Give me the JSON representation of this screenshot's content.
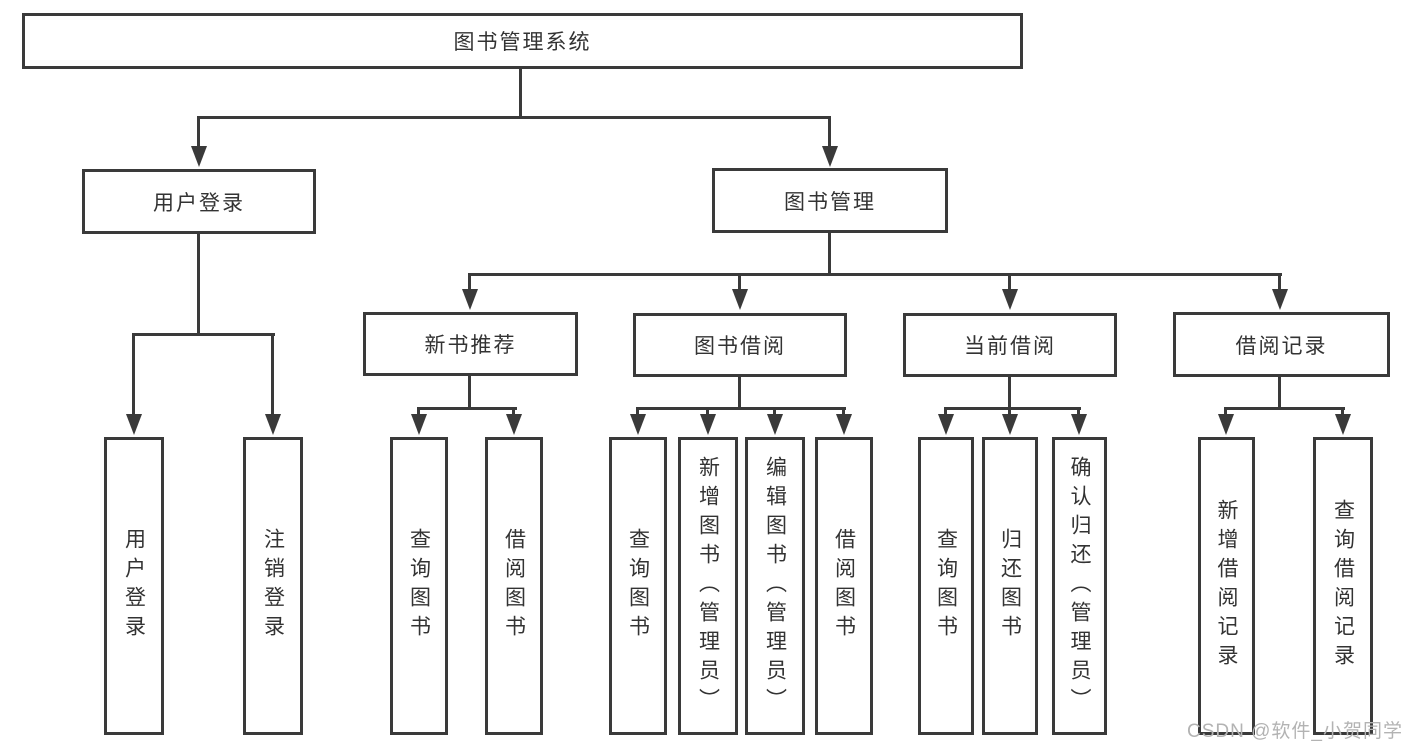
{
  "diagram": {
    "root": {
      "label": "图书管理系统"
    },
    "branches": [
      {
        "label": "用户登录",
        "children": [
          {
            "label": "用户登录"
          },
          {
            "label": "注销登录"
          }
        ]
      },
      {
        "label": "图书管理",
        "children": [
          {
            "label": "新书推荐",
            "children": [
              {
                "label": "查询图书"
              },
              {
                "label": "借阅图书"
              }
            ]
          },
          {
            "label": "图书借阅",
            "children": [
              {
                "label": "查询图书"
              },
              {
                "label": "新增图书（管理员）"
              },
              {
                "label": "编辑图书（管理员）"
              },
              {
                "label": "借阅图书"
              }
            ]
          },
          {
            "label": "当前借阅",
            "children": [
              {
                "label": "查询图书"
              },
              {
                "label": "归还图书"
              },
              {
                "label": "确认归还（管理员）"
              }
            ]
          },
          {
            "label": "借阅记录",
            "children": [
              {
                "label": "新增借阅记录"
              },
              {
                "label": "查询借阅记录"
              }
            ]
          }
        ]
      }
    ]
  },
  "watermark": "CSDN @软件_小贺同学",
  "colors": {
    "line": "#3a3a3a",
    "text": "#333333",
    "background": "#ffffff",
    "watermark": "#b3b3b3"
  }
}
